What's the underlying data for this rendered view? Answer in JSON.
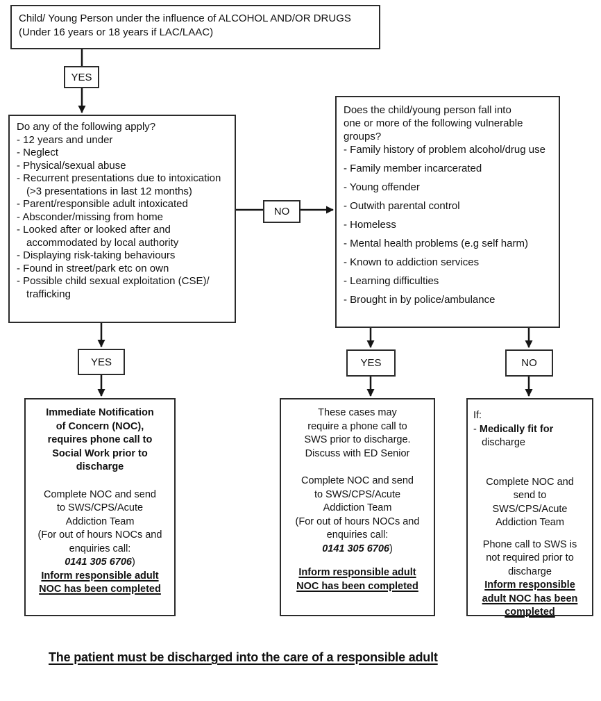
{
  "page": {
    "background": "#ffffff",
    "text_color": "#111111",
    "border_color": "#2b2b2b",
    "arrow_color": "#151515",
    "bullet_char": "-"
  },
  "start_box": {
    "text": "Child/ Young Person under the influence of ALCOHOL AND/OR DRUGS\n(Under 16 years or 18 years if LAC/LAAC)"
  },
  "labels": {
    "yes1": "YES",
    "no1": "NO",
    "yes2": "YES",
    "yes3": "YES",
    "no2": "NO"
  },
  "criteria_box": {
    "title": "Do any of the following apply?",
    "items": [
      "12 years and under",
      "Neglect",
      "Physical/sexual abuse",
      "Recurrent presentations due to intoxication (>3 presentations in last 12 months)",
      "Parent/responsible adult intoxicated",
      "Absconder/missing from home",
      "Looked after or looked after and accommodated by local authority",
      "Displaying risk-taking behaviours",
      "Found in street/park etc on own",
      "Possible child sexual exploitation (CSE)/ trafficking"
    ]
  },
  "vulnerable_box": {
    "title": "Does the child/young person fall into\none or more of the following vulnerable\ngroups?",
    "items": [
      "Family history of problem alcohol/drug use",
      "Family member incarcerated",
      "Young offender",
      "Outwith parental control",
      "Homeless",
      "Mental health problems (e.g self harm)",
      "Known to addiction services",
      "Learning difficulties",
      "Brought in by police/ambulance"
    ]
  },
  "outcomes": {
    "left": {
      "paragraphs": [
        {
          "mt": 0,
          "segs": [
            {
              "t": "Immediate Notification\nof Concern (NOC),\nrequires phone call to\nSocial Work prior to\ndischarge",
              "b": true
            }
          ]
        },
        {
          "mt": 20,
          "segs": [
            {
              "t": "Complete NOC and send\nto SWS/CPS/Acute\nAddiction Team\n(For out of hours NOCs and\nenquiries call:\n"
            },
            {
              "t": "0141 305 6706",
              "b": true,
              "i": true
            },
            {
              "t": ")"
            }
          ]
        },
        {
          "mt": 0,
          "segs": [
            {
              "t": "Inform responsible adult\nNOC has been completed",
              "b": true,
              "u": true
            }
          ]
        }
      ]
    },
    "middle": {
      "paragraphs": [
        {
          "mt": 0,
          "segs": [
            {
              "t": "These cases may\nrequire a phone call to\nSWS prior to discharge.\nDiscuss with ED Senior"
            }
          ]
        },
        {
          "mt": 20,
          "segs": [
            {
              "t": "Complete NOC and send\nto SWS/CPS/Acute\nAddiction Team\n(For out of hours NOCs and\nenquiries call:\n"
            },
            {
              "t": "0141 305 6706",
              "b": true,
              "i": true
            },
            {
              "t": ")"
            }
          ]
        },
        {
          "mt": 15,
          "segs": [
            {
              "t": "Inform responsible adult\nNOC has been completed",
              "b": true,
              "u": true
            }
          ]
        }
      ]
    },
    "right": {
      "paragraphs": [
        {
          "mt": 0,
          "align": "left",
          "segs": [
            {
              "t": "If:"
            }
          ]
        },
        {
          "mt": 0,
          "align": "left",
          "segs": [
            {
              "t": "- "
            },
            {
              "t": "Medically fit for",
              "b": true
            },
            {
              "t": "\n   discharge"
            }
          ]
        },
        {
          "mt": 37,
          "segs": [
            {
              "t": "Complete NOC and\nsend to\nSWS/CPS/Acute\nAddiction Team"
            }
          ]
        },
        {
          "mt": 12,
          "segs": [
            {
              "t": "Phone call to SWS is\nnot required prior to\ndischarge"
            }
          ]
        },
        {
          "mt": 0,
          "segs": [
            {
              "t": "Inform responsible\nadult NOC has been\ncompleted",
              "b": true,
              "u": true
            }
          ]
        }
      ]
    }
  },
  "footer": {
    "text": "The patient must be discharged into the care of a responsible adult"
  }
}
